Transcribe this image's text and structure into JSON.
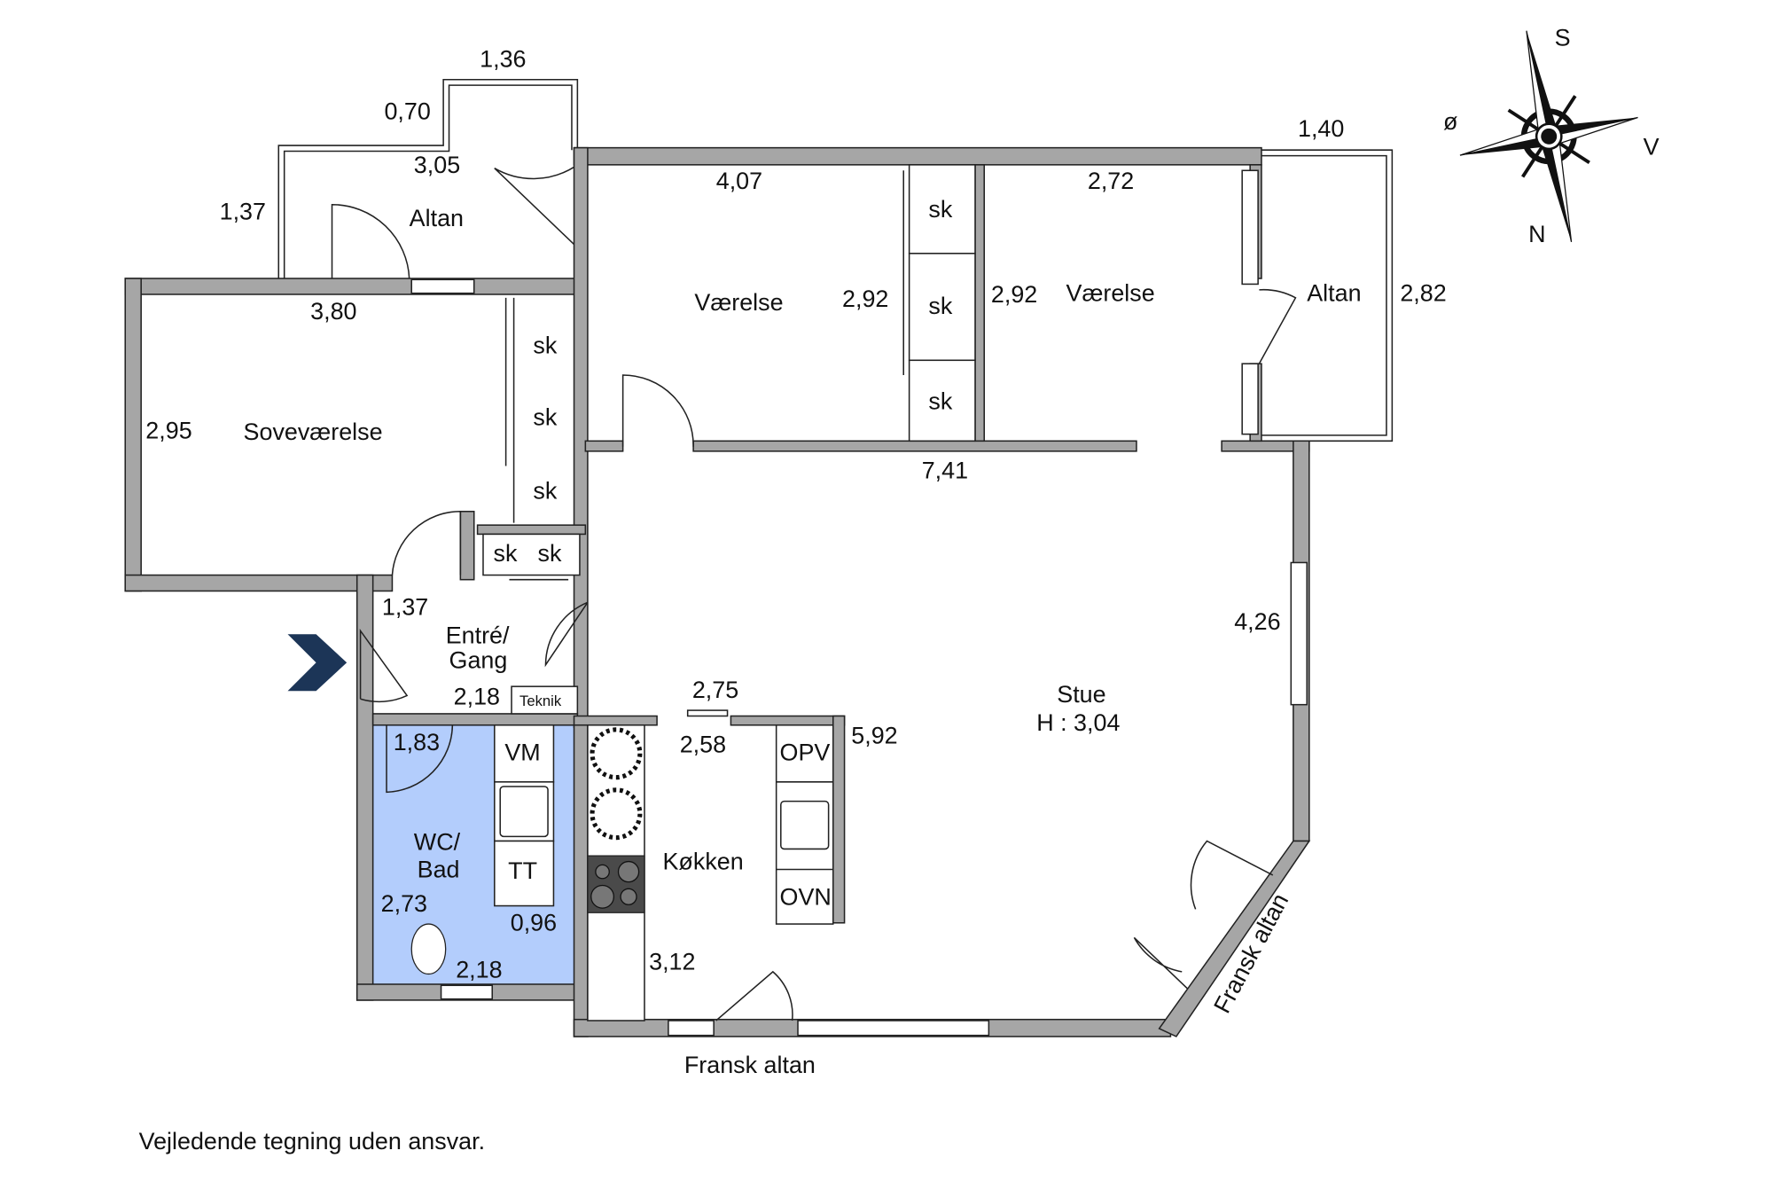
{
  "rooms": {
    "altan_left": "Altan",
    "vaerelse_1": "Værelse",
    "vaerelse_2": "Værelse",
    "altan_right": "Altan",
    "sovevaerelse": "Soveværelse",
    "entre": [
      "Entré/",
      "Gang"
    ],
    "wc_bad": [
      "WC/",
      "Bad"
    ],
    "kokken": "Køkken",
    "stue": [
      "Stue",
      "H : 3,04"
    ],
    "teknik": "Teknik",
    "fransk_altan_bottom": "Fransk altan",
    "fransk_altan_right": "Fransk altan"
  },
  "fixtures": {
    "sk": "sk",
    "vm": "VM",
    "tt": "TT",
    "opv": "OPV",
    "ovn": "OVN"
  },
  "dimensions": {
    "d136": "1,36",
    "d070": "0,70",
    "d305": "3,05",
    "d137a": "1,37",
    "d380": "3,80",
    "d407": "4,07",
    "d292a": "2,92",
    "d292b": "2,92",
    "d272": "2,72",
    "d140": "1,40",
    "d282": "2,82",
    "d295": "2,95",
    "d741": "7,41",
    "d137b": "1,37",
    "d218a": "2,18",
    "d426": "4,26",
    "d275": "2,75",
    "d258": "2,58",
    "d592": "5,92",
    "d183": "1,83",
    "d273": "2,73",
    "d096": "0,96",
    "d218b": "2,18",
    "d312": "3,12"
  },
  "compass": {
    "s": "S",
    "n": "N",
    "o": "ø",
    "v": "V"
  },
  "footer": "Vejledende tegning uden ansvar.",
  "colors": {
    "wc_fill": "#b3cdfc",
    "wall": "#a6a6a6",
    "entry_arrow": "#1c3557"
  }
}
